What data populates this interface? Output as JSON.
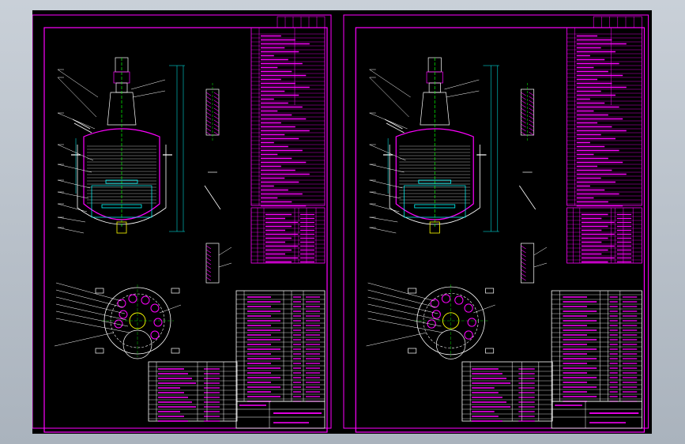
{
  "viewport": {
    "background": "#b8c0c8",
    "drawing_background": "#000000"
  },
  "colors": {
    "frame": "#ff00ff",
    "outline": "#ffffff",
    "dimension": "#00ffff",
    "centerline": "#00ff00",
    "detail": "#ffff00"
  },
  "sheets": [
    {
      "id": "sheet-left",
      "title_block_text": "",
      "tables": [
        "tech-characteristics",
        "nozzle-table",
        "bill-of-materials",
        "title-block"
      ]
    },
    {
      "id": "sheet-right",
      "title_block_text": "",
      "tables": [
        "tech-characteristics",
        "nozzle-table",
        "bill-of-materials",
        "title-block"
      ]
    }
  ],
  "icons": {
    "vessel": "reactor-vessel-icon",
    "plan": "top-plan-view-icon",
    "details": "section-detail-icon"
  }
}
